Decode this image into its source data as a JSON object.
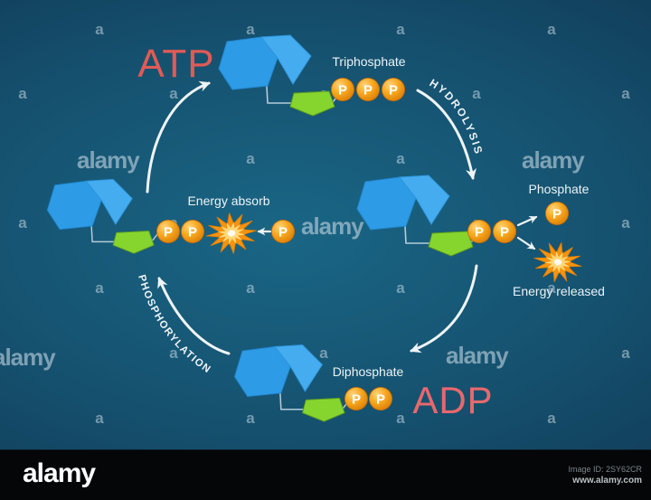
{
  "diagram": {
    "atp_label": "ATP",
    "adp_label": "ADP",
    "triphosphate_label": "Triphosphate",
    "diphosphate_label": "Diphosphate",
    "phosphate_label": "Phosphate",
    "energy_absorb_label": "Energy absorb",
    "energy_released_label": "Energy released",
    "hydrolysis_label": "HYDROLYSIS",
    "phosphorylation_label": "PHOSPHORYLATION",
    "phosphate_symbol": "P",
    "colors": {
      "background_center": "#1A6685",
      "background_edge": "#0D3048",
      "adenine_blue": "#2E9BE6",
      "adenine_blue_light": "#45ACF0",
      "ribose_green": "#86D52F",
      "phosphate_orange": "#F49D13",
      "starburst_orange": "#F5930F",
      "atp_red": "#E05B55",
      "adp_red": "#E8686C",
      "arrow_white": "#EFF4F7",
      "label_white": "#EDF3F6",
      "watermark_color": "#C5D6E2"
    }
  },
  "watermark": {
    "small": "a",
    "brand": "alamy"
  },
  "footer": {
    "brand": "alamy",
    "image_id": "Image ID: 2SY62CR",
    "website": "www.alamy.com"
  }
}
